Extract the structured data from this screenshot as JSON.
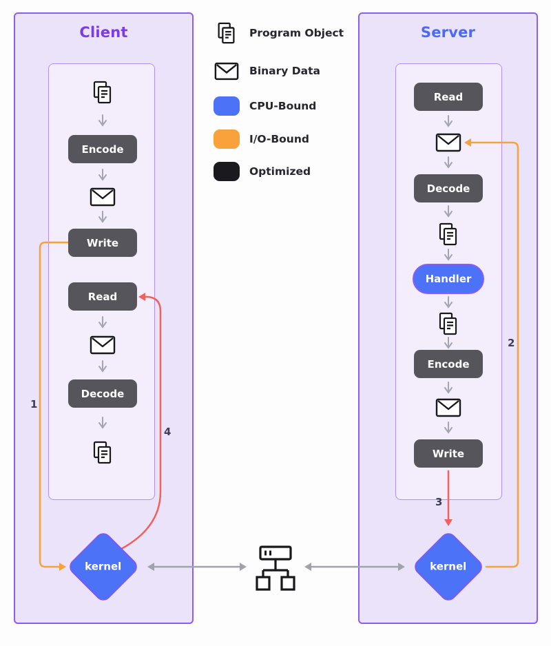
{
  "client": {
    "title": "Client",
    "steps": {
      "encode": "Encode",
      "write": "Write",
      "read": "Read",
      "decode": "Decode"
    },
    "kernel": "kernel"
  },
  "server": {
    "title": "Server",
    "steps": {
      "read": "Read",
      "decode": "Decode",
      "handler": "Handler",
      "encode": "Encode",
      "write": "Write"
    },
    "kernel": "kernel"
  },
  "legend": {
    "items": [
      {
        "label": "Program Object",
        "icon": "program-object-icon"
      },
      {
        "label": "Binary Data",
        "icon": "envelope-icon"
      },
      {
        "label": "CPU-Bound",
        "icon": "swatch",
        "color": "#4b72f7"
      },
      {
        "label": "I/O-Bound",
        "icon": "swatch",
        "color": "#f9a23c"
      },
      {
        "label": "Optimized",
        "icon": "swatch",
        "color": "#1a1a1e"
      }
    ]
  },
  "edges": {
    "e1": "1",
    "e2": "2",
    "e3": "3",
    "e4": "4"
  },
  "colors": {
    "panel_border": "#8b5cf6",
    "panel_bg": "#ebe3fa",
    "inner_bg": "#f3edfc",
    "client_title": "#7c3aed",
    "server_title": "#4a6bf9",
    "step_bg": "#55555b",
    "cpu_bound": "#4b72f7",
    "io_bound": "#f9a23c",
    "optimized": "#1a1a1e",
    "io_line": "#f9a13b",
    "return_line": "#f1625c",
    "gray_line": "#a2a2aa"
  }
}
